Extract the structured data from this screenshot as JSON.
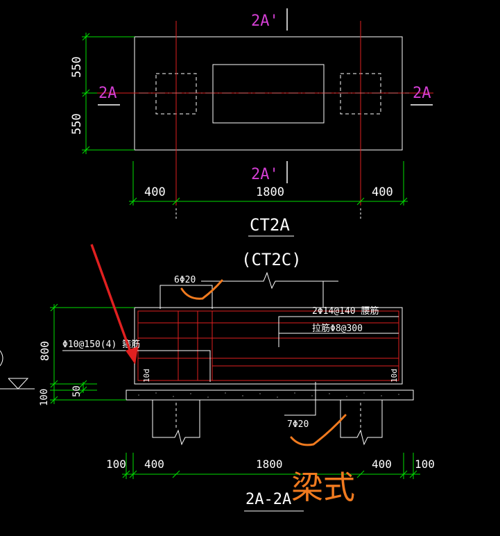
{
  "plan": {
    "section_top": "2A'",
    "section_bottom": "2A'",
    "section_left": "2A",
    "section_right": "2A",
    "dim_top": "550",
    "dim_bottom": "550",
    "dim_left": "400",
    "dim_mid": "1800",
    "dim_right": "400"
  },
  "labels": {
    "name": "CT2A",
    "alt_name": "(CT2C)"
  },
  "section": {
    "top_bar": "6Φ20",
    "waist_bar": "2Φ14@140 腰筋",
    "tie_bar": "拉筋Φ8@300",
    "stirrup": "Φ10@150(4) 箍筋",
    "bottom_bar": "7Φ20",
    "anchor_left": "10d",
    "anchor_right": "10d",
    "height": "800",
    "cover": "50",
    "cushion": "100",
    "bd_left_outer": "100",
    "bd_left": "400",
    "bd_mid": "1800",
    "bd_right": "400",
    "bd_right_outer": "100",
    "title": "2A-2A"
  },
  "annotation": {
    "handwritten": "梁式",
    "colors": {
      "ink": "#ffffff",
      "red": "#e02020",
      "green": "#00e000",
      "magenta": "#d43fd4",
      "orange": "#f07a1f"
    }
  }
}
